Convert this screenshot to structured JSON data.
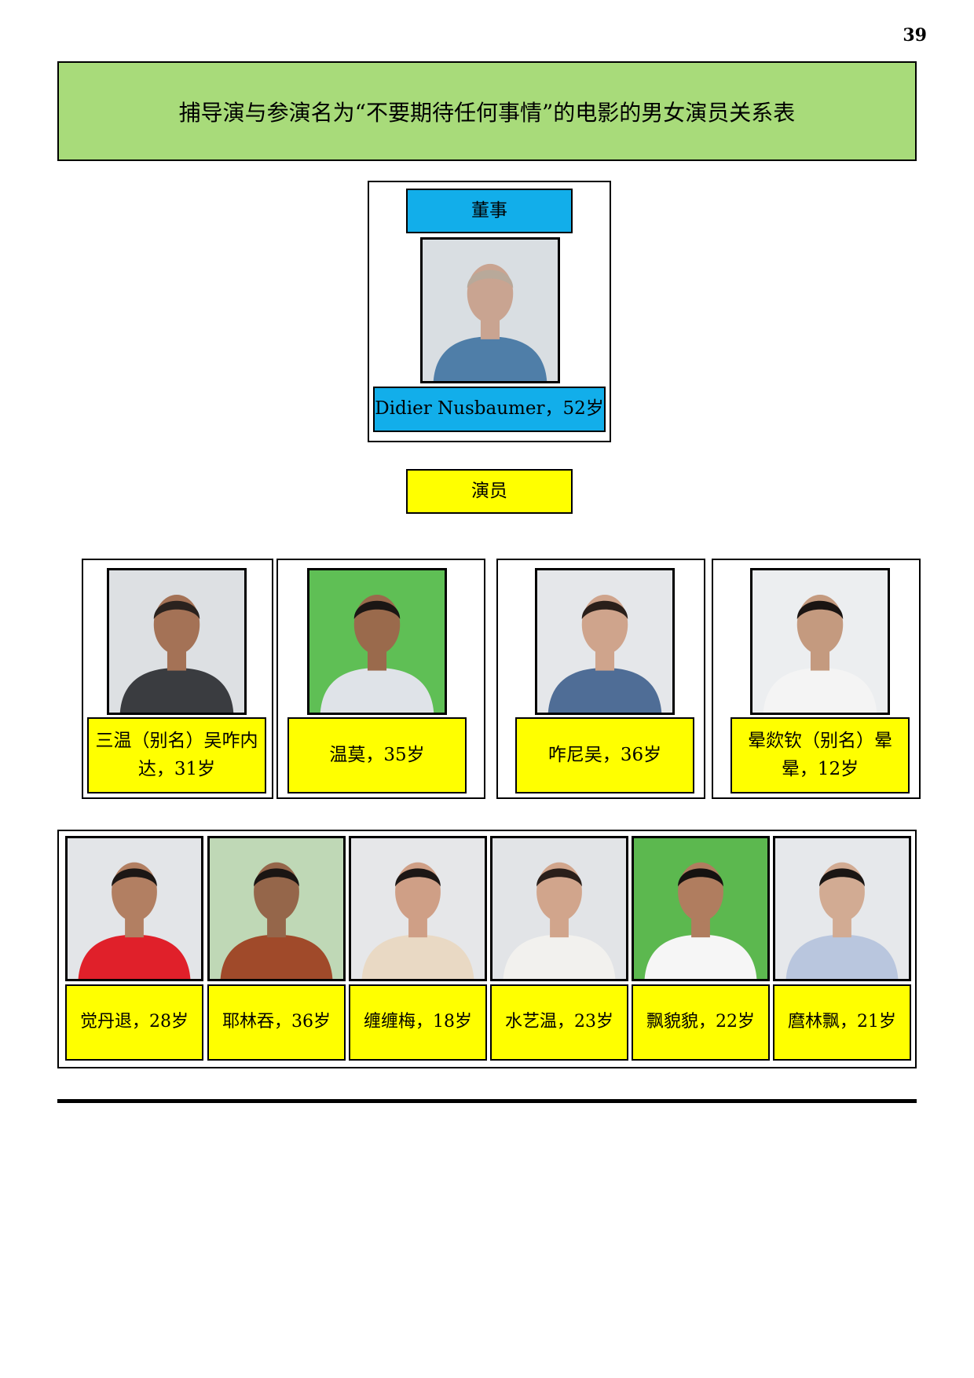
{
  "page_number": "39",
  "title": "捕导演与参演名为“不要期待任何事情”的电影的男女演员关系表",
  "director": {
    "heading": "董事",
    "caption": "Didier Nusbaumer，52岁",
    "photo": {
      "bg": "#d9dee2",
      "skin": "#c9a491",
      "hair": "#b8a99a",
      "shirt": "#4f7ea8",
      "icon": "person-photo-icon"
    }
  },
  "actors_heading": "演员",
  "actors_row1": [
    {
      "caption": "三温（别名）吴咋内达，31岁",
      "photo": {
        "bg": "#dde0e3",
        "skin": "#a47256",
        "hair": "#2a221e",
        "shirt": "#3a3c40"
      }
    },
    {
      "caption": "温莫，35岁",
      "photo": {
        "bg": "#5fbf55",
        "skin": "#9a6a4c",
        "hair": "#1b1614",
        "shirt": "#dfe3e8"
      }
    },
    {
      "caption": "咋尼吴，36岁",
      "photo": {
        "bg": "#e5e7ea",
        "skin": "#cfa48c",
        "hair": "#2a1f1a",
        "shirt": "#4f6d96"
      }
    },
    {
      "caption": "晕欻钦（别名）晕晕，12岁",
      "photo": {
        "bg": "#eceef0",
        "skin": "#c49a7f",
        "hair": "#1a1412",
        "shirt": "#f4f4f4"
      }
    }
  ],
  "actors_row2": [
    {
      "caption": "觉丹退，28岁",
      "photo": {
        "bg": "#e3e5e8",
        "skin": "#b27f62",
        "hair": "#1c1715",
        "shirt": "#e0202a"
      }
    },
    {
      "caption": "耶林吞，36岁",
      "photo": {
        "bg": "#bfd8b6",
        "skin": "#95664a",
        "hair": "#1a1513",
        "shirt": "#a04a2a"
      }
    },
    {
      "caption": "缠缠梅，18岁",
      "photo": {
        "bg": "#e6e7e9",
        "skin": "#cf9f86",
        "hair": "#1d1715",
        "shirt": "#e9d9c4"
      }
    },
    {
      "caption": "水艺温，23岁",
      "photo": {
        "bg": "#e2e4e7",
        "skin": "#d1a58c",
        "hair": "#2a1f1a",
        "shirt": "#f2f1ee"
      }
    },
    {
      "caption": "飘貌貌，22岁",
      "photo": {
        "bg": "#5cb84f",
        "skin": "#b07d5f",
        "hair": "#161210",
        "shirt": "#f6f6f6"
      }
    },
    {
      "caption": "麿林飘，21岁",
      "photo": {
        "bg": "#e6e8eb",
        "skin": "#d2ab93",
        "hair": "#1b1614",
        "shirt": "#b9c6de"
      }
    }
  ]
}
